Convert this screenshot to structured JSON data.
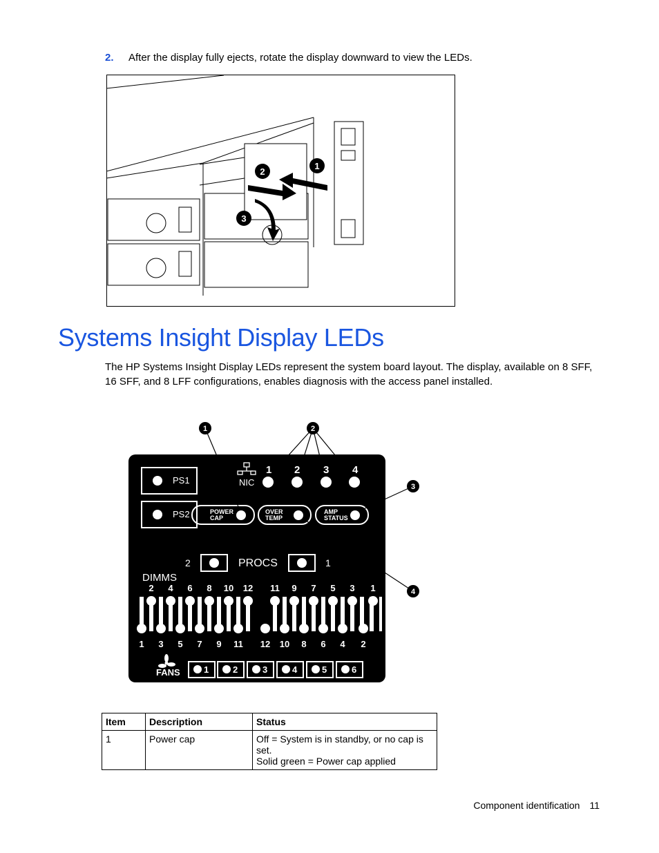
{
  "step": {
    "number": "2.",
    "text": "After the display fully ejects, rotate the display downward to view the LEDs."
  },
  "section": {
    "title": "Systems Insight Display LEDs",
    "intro": "The HP Systems Insight Display LEDs represent the system board layout. The display, available on 8 SFF, 16 SFF, and 8 LFF configurations, enables diagnosis with the access panel installed."
  },
  "figure1": {
    "callouts": [
      "1",
      "2",
      "3"
    ]
  },
  "panel": {
    "ps1": "PS1",
    "ps2": "PS2",
    "nic": "NIC",
    "nic_ports": [
      "1",
      "2",
      "3",
      "4"
    ],
    "power_cap": [
      "POWER",
      "CAP"
    ],
    "over_temp": [
      "OVER",
      "TEMP"
    ],
    "amp_status": [
      "AMP",
      "STATUS"
    ],
    "procs": "PROCS",
    "proc_left": "2",
    "proc_right": "1",
    "dimms": "DIMMS",
    "dimm_top_left": [
      "2",
      "4",
      "6",
      "8",
      "10",
      "12"
    ],
    "dimm_top_right": [
      "11",
      "9",
      "7",
      "5",
      "3",
      "1"
    ],
    "dimm_bottom_left": [
      "1",
      "3",
      "5",
      "7",
      "9",
      "11"
    ],
    "dimm_bottom_right": [
      "12",
      "10",
      "8",
      "6",
      "4",
      "2"
    ],
    "fans": "FANS",
    "fan_numbers": [
      "1",
      "2",
      "3",
      "4",
      "5",
      "6"
    ],
    "callouts": [
      "1",
      "2",
      "3",
      "4"
    ]
  },
  "table": {
    "headers": [
      "Item",
      "Description",
      "Status"
    ],
    "rows": [
      {
        "item": "1",
        "description": "Power cap",
        "status": [
          "Off = System is in standby, or no cap is set.",
          "Solid green = Power cap applied"
        ]
      }
    ]
  },
  "footer": {
    "section": "Component identification",
    "page": "11"
  }
}
